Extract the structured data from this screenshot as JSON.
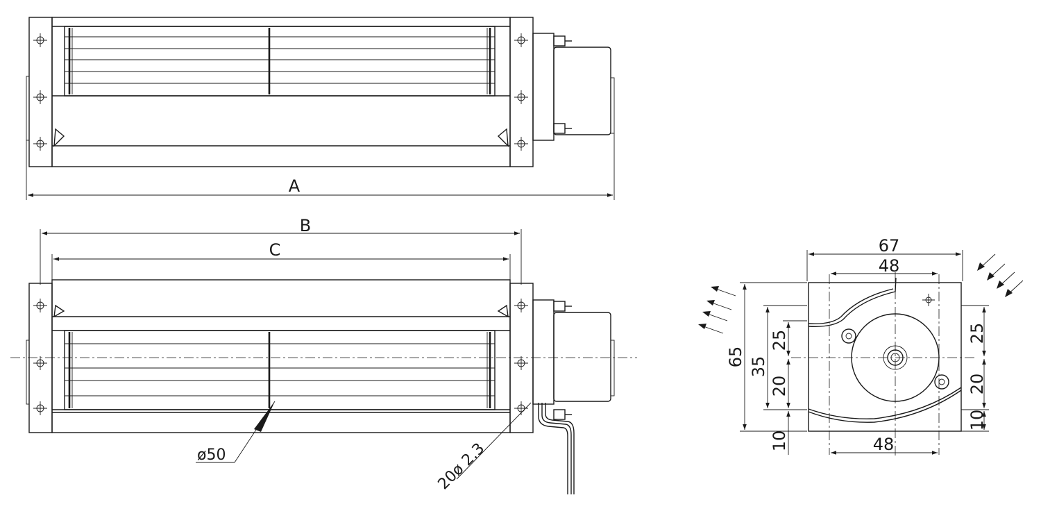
{
  "top_view": {
    "dimensions": {
      "overall_length_label": "A"
    }
  },
  "front_view": {
    "dimensions": {
      "mount_span_label": "B",
      "housing_span_label": "C",
      "impeller_diameter_label": "ø50",
      "lead_wire_label": "20ø 2.3"
    }
  },
  "side_view": {
    "dimensions": {
      "width_label": "67",
      "hole_spacing_top_label": "48",
      "hole_spacing_bottom_label": "48",
      "height_label": "65",
      "mount_height_label": "35",
      "left_upper_label": "25",
      "left_lower_label": "20",
      "bottom_offset_label": "10",
      "right_upper_label": "25",
      "right_lower_label": "20",
      "right_bottom_label": "10"
    },
    "airflow_arrows_in": 4,
    "airflow_arrows_out": 4
  }
}
